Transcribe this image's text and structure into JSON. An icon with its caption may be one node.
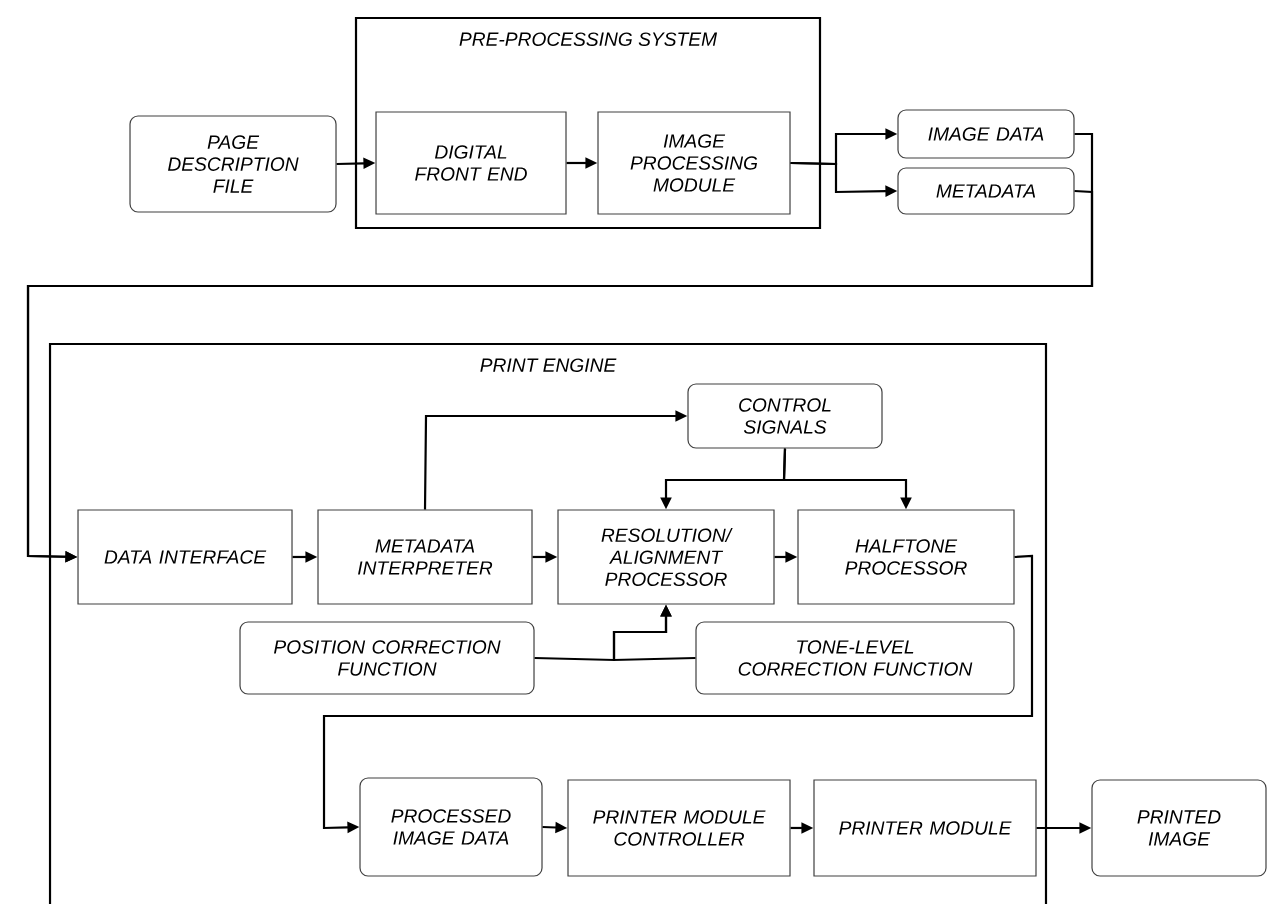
{
  "diagram": {
    "nodes": [
      {
        "text": [
          "PAGE DESCRIPTION FILE"
        ]
      },
      {
        "text": [
          "PRE-PROCESSING SYSTEM"
        ]
      },
      {
        "text": [
          "DIGITAL FRONT END"
        ],
        "in": 1
      },
      {
        "text": [
          "IMAGE PROCESSING MODULE"
        ],
        "in": 1
      },
      {
        "text": [
          "IMAGE DATA"
        ]
      },
      {
        "text": [
          "METADATA"
        ]
      },
      {
        "text": [
          "PRINT ENGINE"
        ]
      },
      {
        "text": [
          "CONTROL SIGNALS"
        ],
        "in": 6
      },
      {
        "text": [
          "DATA INTERFACE"
        ],
        "in": 6
      },
      {
        "text": [
          "METADATA INTERPRETER"
        ],
        "in": 6
      },
      {
        "text": [
          "RESOLUTION/ ALIGNMENT PROCESSOR"
        ],
        "in": 6
      },
      {
        "text": [
          "HALFTONE PROCESSOR"
        ],
        "in": 6
      },
      {
        "text": [
          "POSITION CORRECTION FUNCTION"
        ],
        "in": 6
      },
      {
        "text": [
          "TONE-LEVEL CORRECTION FUNCTION"
        ],
        "in": 6
      },
      {
        "text": [
          "PROCESSED IMAGE DATA"
        ],
        "in": 6
      },
      {
        "text": [
          "PRINTER MODULE CONTROLLER"
        ],
        "in": 6
      },
      {
        "text": [
          "PRINTER MODULE"
        ],
        "in": 6
      },
      {
        "text": [
          "PRINTED IMAGE"
        ]
      }
    ],
    "edges": [
      {
        "from": 0,
        "to": 2,
        "arrow": "to"
      },
      {
        "from": 2,
        "to": 3,
        "arrow": "to"
      },
      {
        "from": 3,
        "to": 4,
        "arrow": "to"
      },
      {
        "from": 3,
        "to": 5,
        "arrow": "to"
      },
      {
        "from": 4,
        "to": 8,
        "arrow": "to"
      },
      {
        "from": 5,
        "to": 8,
        "arrow": "to"
      },
      {
        "from": 8,
        "to": 9,
        "arrow": "to"
      },
      {
        "from": 9,
        "to": 10,
        "arrow": "to"
      },
      {
        "from": 10,
        "to": 11,
        "arrow": "to"
      },
      {
        "from": 9,
        "to": 7,
        "arrow": "to"
      },
      {
        "from": 7,
        "to": 10,
        "arrow": "to"
      },
      {
        "from": 7,
        "to": 11,
        "arrow": "to"
      },
      {
        "from": 12,
        "to": 10,
        "arrow": "to"
      },
      {
        "from": 13,
        "to": 10,
        "arrow": "to"
      },
      {
        "from": 11,
        "to": 14,
        "arrow": "to"
      },
      {
        "from": 14,
        "to": 15,
        "arrow": "to"
      },
      {
        "from": 15,
        "to": 16,
        "arrow": "to"
      },
      {
        "from": 16,
        "to": 17,
        "arrow": "to"
      }
    ]
  }
}
